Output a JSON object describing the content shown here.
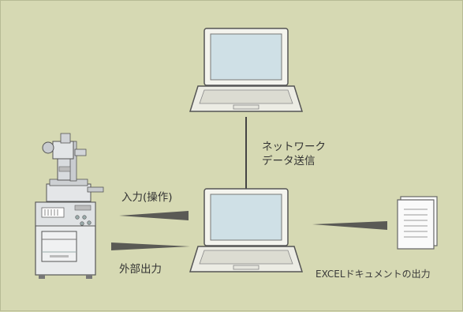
{
  "labels": {
    "network_line1": "ネットワーク",
    "network_line2": "データ送信",
    "input_operation": "入力(操作)",
    "external_output": "外部出力",
    "excel_output": "EXCELドキュメントの出力"
  },
  "colors": {
    "background": "#d6d9b3",
    "laptop_screen": "#cfe0e6",
    "laptop_body": "#f2f2ec",
    "machine_panel": "#e9ebec",
    "arrow": "#5a5a55"
  },
  "icons": {
    "top_laptop": "laptop-icon",
    "center_laptop": "laptop-icon",
    "machine": "measuring-instrument-icon",
    "document": "document-icon"
  }
}
